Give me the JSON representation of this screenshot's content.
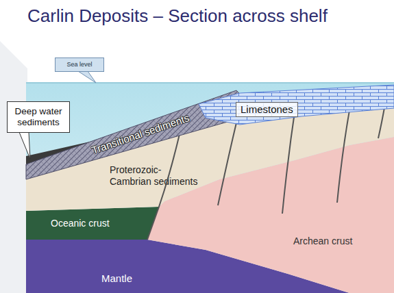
{
  "diagram": {
    "title": "Carlin Deposits – Section across shelf",
    "nodes": [
      {
        "text": [
          "Sea level"
        ]
      },
      {
        "text": [
          "Deep water sediments"
        ]
      },
      {
        "text": [
          "Limestones"
        ]
      },
      {
        "text": [
          "Transitional sediments"
        ]
      },
      {
        "text": [
          "Proterozoic-Cambrian sediments"
        ]
      },
      {
        "text": [
          "Oceanic crust"
        ]
      },
      {
        "text": [
          "Archean crust"
        ]
      },
      {
        "text": [
          "Mantle"
        ]
      }
    ]
  }
}
